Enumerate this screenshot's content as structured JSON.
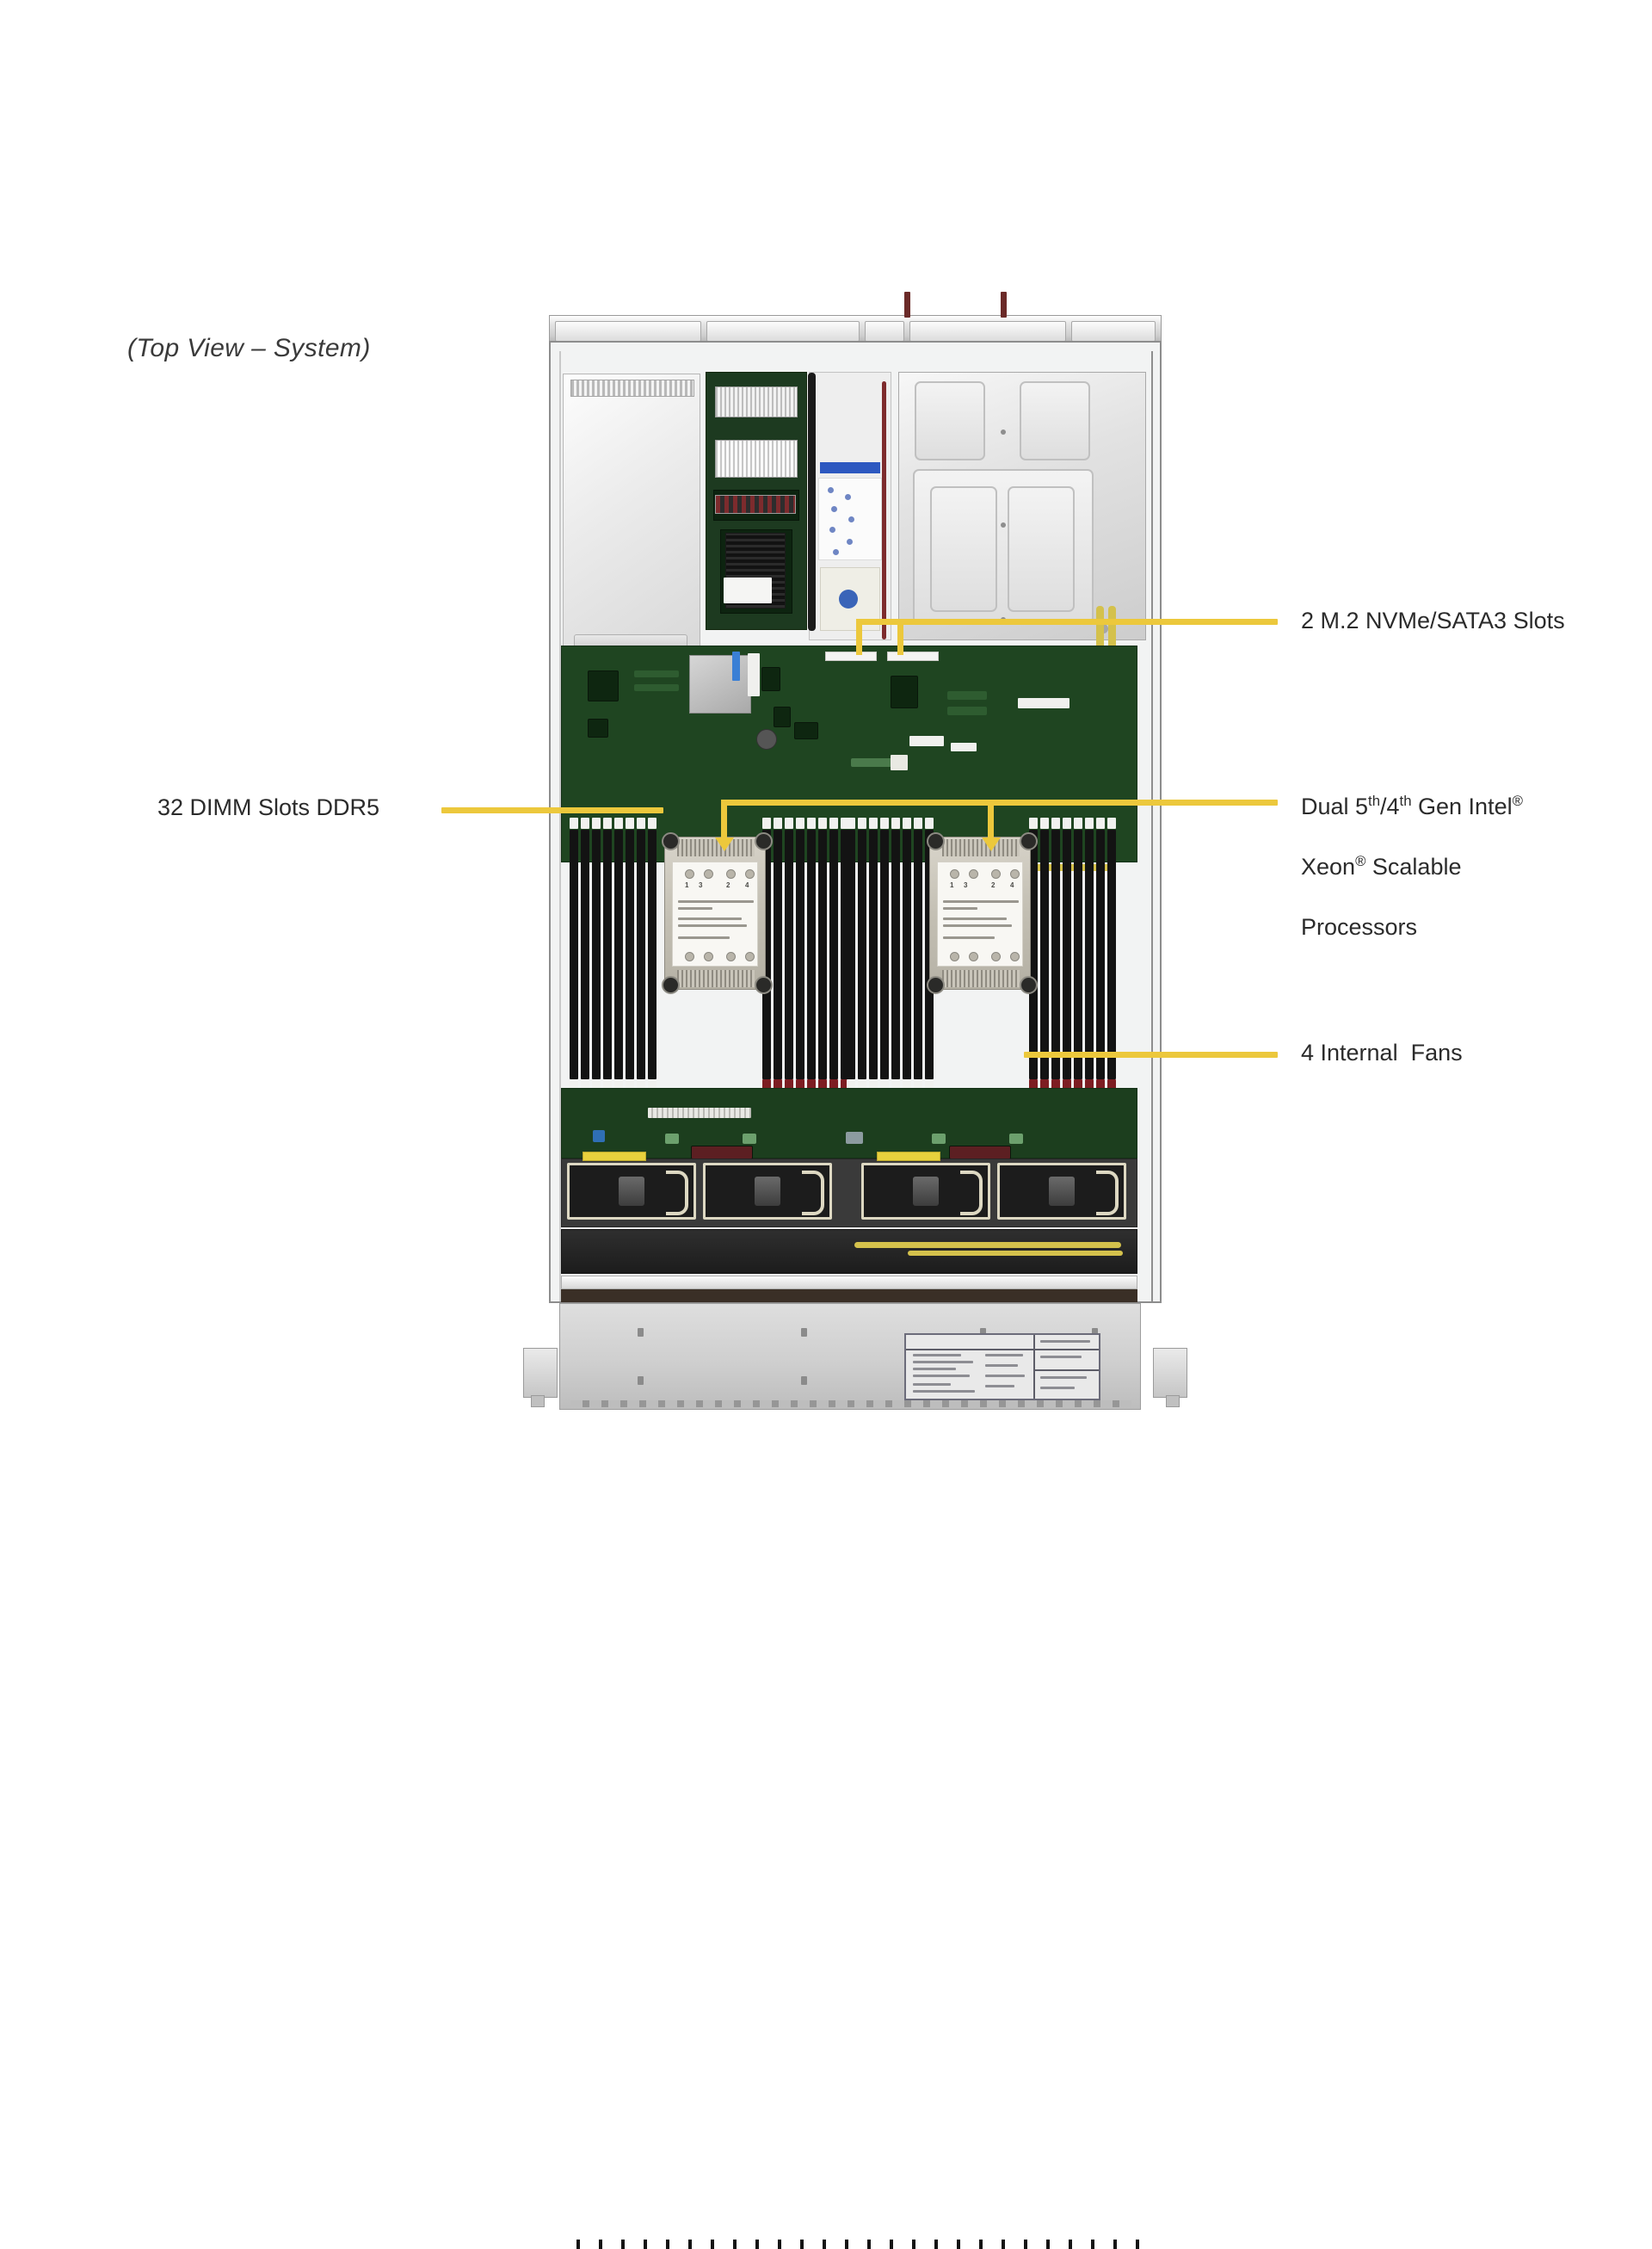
{
  "diagram": {
    "view_title": "(Top View – System)",
    "accent_color": "#ecc83c",
    "board_color": "#1f4521",
    "chassis_color": "#f2f3f3"
  },
  "callouts": {
    "m2": {
      "label": "2 M.2 NVMe/SATA3 Slots",
      "side": "right"
    },
    "cpu": {
      "line1_prefix": "Dual 5",
      "line1_sup1": "th",
      "line1_mid": "/4",
      "line1_sup2": "th",
      "line1_suffix": " Gen Intel",
      "line1_reg": "®",
      "line2_prefix": "Xeon",
      "line2_reg": "®",
      "line2_suffix": " Scalable",
      "line3": "Processors",
      "side": "right"
    },
    "fans": {
      "label": "4 Internal  Fans",
      "side": "right"
    },
    "dimm": {
      "label": "32 DIMM Slots DDR5",
      "side": "left"
    }
  },
  "components": {
    "dimm_slot_count": 32,
    "cpu_count": 2,
    "fan_count": 4,
    "m2_slot_count": 2
  }
}
